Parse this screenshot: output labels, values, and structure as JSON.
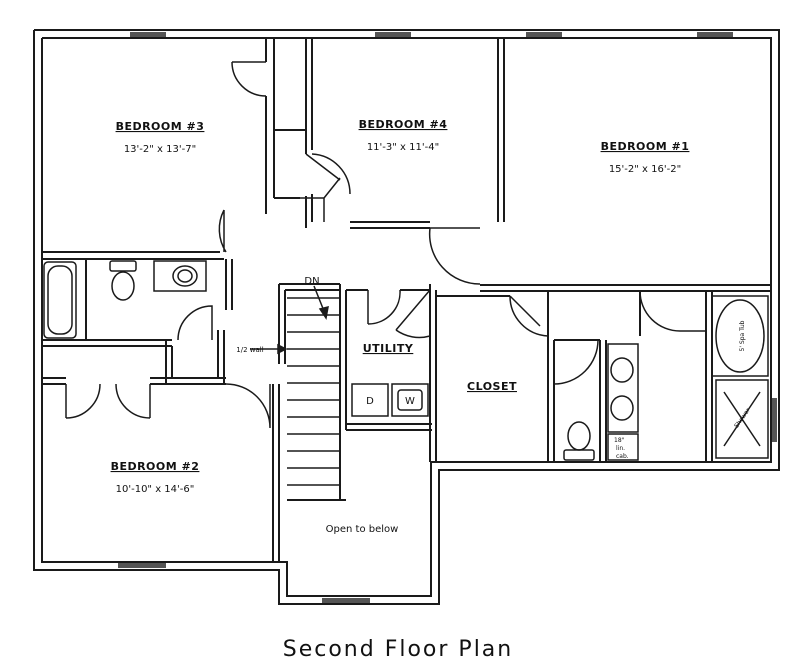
{
  "title": "Second Floor Plan",
  "rooms": {
    "bedroom3": {
      "name": "BEDROOM #3",
      "dim": "13'-2\" x 13'-7\""
    },
    "bedroom4": {
      "name": "BEDROOM #4",
      "dim": "11'-3\" x 11'-4\""
    },
    "bedroom1": {
      "name": "BEDROOM #1",
      "dim": "15'-2\" x 16'-2\""
    },
    "bedroom2": {
      "name": "BEDROOM #2",
      "dim": "10'-10\" x 14'-6\""
    },
    "utility": {
      "name": "UTILITY",
      "washer": "W",
      "dryer": "D"
    },
    "closet": {
      "name": "CLOSET"
    },
    "open_below": {
      "name": "Open to below"
    }
  },
  "stair": {
    "label": "DN",
    "rail": "1/2 wall"
  },
  "fixtures": {
    "tub": "5' Spa Tub",
    "shower": "Shower",
    "linen": [
      "18\"",
      "lin.",
      "cab."
    ]
  },
  "colors": {
    "wall": "#1a1a1a",
    "window": "#555555",
    "background": "#ffffff"
  }
}
